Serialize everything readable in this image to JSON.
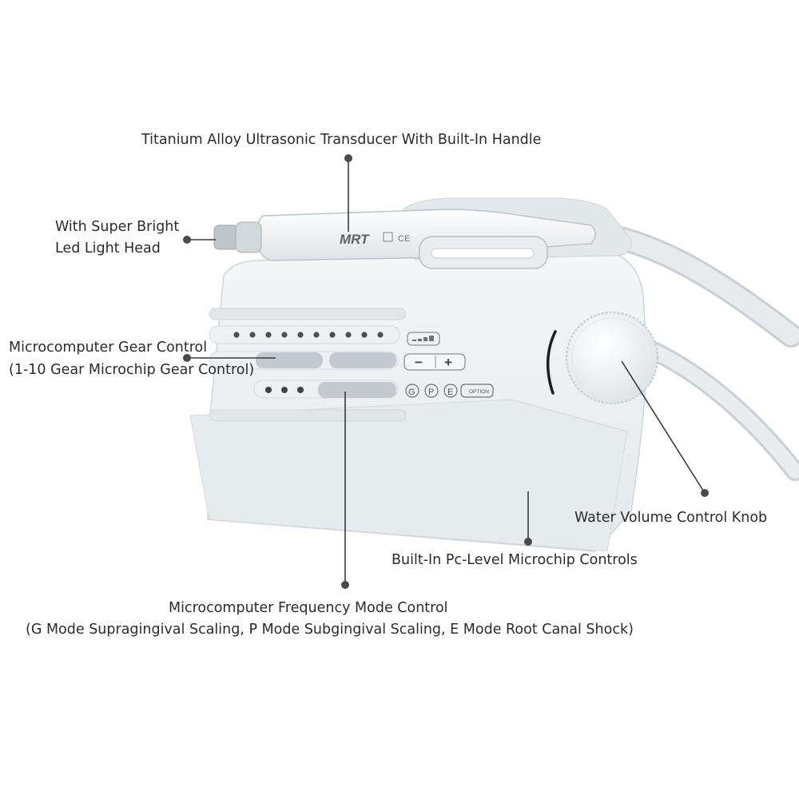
{
  "callouts": {
    "transducer": "Titanium Alloy Ultrasonic Transducer With Built-In Handle",
    "led_line1": "With Super Bright",
    "led_line2": "Led Light Head",
    "gear_line1": "Microcomputer Gear Control",
    "gear_line2": "(1-10 Gear Microchip Gear Control)",
    "water_knob": "Water Volume Control Knob",
    "pc_level": "Built-In Pc-Level Microchip Controls",
    "freq_line1": "Microcomputer Frequency Mode Control",
    "freq_line2": "(G Mode Supragingival Scaling, P Mode Subgingival Scaling, E Mode Root Canal Shock)"
  },
  "device": {
    "brand": "MRT",
    "ce_mark": "CE",
    "minus_label": "−",
    "plus_label": "+",
    "mode_g": "G",
    "mode_p": "P",
    "mode_e": "E",
    "option_label": "OPTION"
  },
  "colors": {
    "label_text": "#2b2b2b",
    "leader_line": "#3a3a3a",
    "device_body": "#eef1f3",
    "device_panel": "#e2e7ea"
  }
}
